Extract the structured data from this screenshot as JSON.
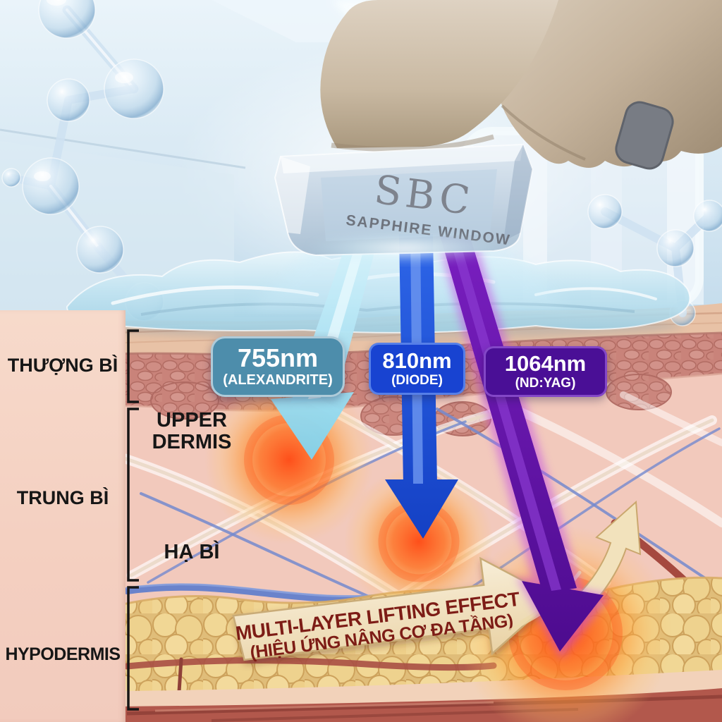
{
  "device": {
    "brand": "SBC",
    "window_label": "SAPPHIRE WINDOW"
  },
  "beams": [
    {
      "wavelength": "755nm",
      "label": "(ALEXANDRITE)",
      "badge_color": "#4d8dab",
      "beam_color": "#9fdcf2"
    },
    {
      "wavelength": "810nm",
      "label": "(DIODE)",
      "badge_color": "#1843d1",
      "beam_color": "#1e50d4"
    },
    {
      "wavelength": "1064nm",
      "label": "(ND:YAG)",
      "badge_color": "#4a0f96",
      "beam_color": "#560d9c"
    }
  ],
  "layers": {
    "epidermis_vi": "THƯỢNG BÌ",
    "upper_dermis_line1": "UPPER",
    "upper_dermis_line2": "DERMIS",
    "dermis_vi": "TRUNG BÌ",
    "lower_dermis_vi": "HẠ BÌ",
    "hypodermis": "HYPODERMIS"
  },
  "lifting_arrow": {
    "line1": "MULTI-LAYER LIFTING EFFECT",
    "line2": "(HIỆU ỨNG NÂNG CƠ ĐA TẦNG)"
  },
  "palette": {
    "glow": "#ff5718",
    "arrow_fill": "#f3e4c2",
    "arrow_text": "#7d1c12",
    "skin_panel": "#f4d0c1"
  }
}
